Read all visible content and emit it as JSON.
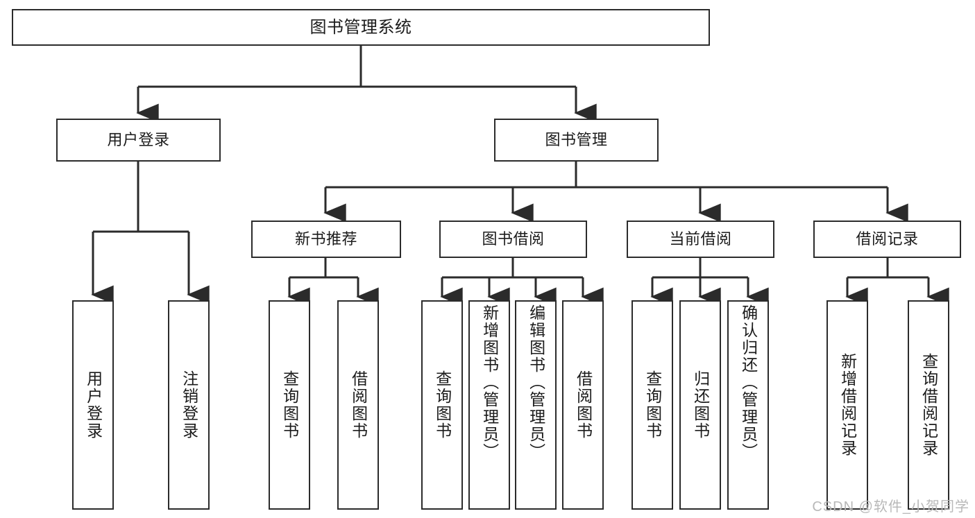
{
  "diagram": {
    "title": "图书管理系统",
    "style": {
      "box_border_color": "#2b2b2b",
      "box_fill_color": "#ffffff",
      "edge_color": "#2b2b2b",
      "text_color": "#1b1b1b",
      "background_color": "#ffffff",
      "watermark_color": "#b8b8b8"
    },
    "root": {
      "id": "root",
      "label": "图书管理系统"
    },
    "level2": [
      {
        "id": "user-login",
        "label": "用户登录"
      },
      {
        "id": "book-manage",
        "label": "图书管理"
      }
    ],
    "level3": [
      {
        "id": "new-book-rec",
        "label": "新书推荐"
      },
      {
        "id": "book-borrow",
        "label": "图书借阅"
      },
      {
        "id": "current-borrow",
        "label": "当前借阅"
      },
      {
        "id": "borrow-record",
        "label": "借阅记录"
      }
    ],
    "leaves": [
      {
        "id": "leaf-user-login",
        "label": "用户登录",
        "parent": "user-login"
      },
      {
        "id": "leaf-logout",
        "label": "注销登录",
        "parent": "user-login"
      },
      {
        "id": "leaf-query-book-1",
        "label": "查询图书",
        "parent": "new-book-rec"
      },
      {
        "id": "leaf-borrow-book-1",
        "label": "借阅图书",
        "parent": "new-book-rec"
      },
      {
        "id": "leaf-query-book-2",
        "label": "查询图书",
        "parent": "book-borrow"
      },
      {
        "id": "leaf-add-book",
        "label": "新增图书（管理员）",
        "parent": "book-borrow"
      },
      {
        "id": "leaf-edit-book",
        "label": "编辑图书（管理员）",
        "parent": "book-borrow"
      },
      {
        "id": "leaf-borrow-book-2",
        "label": "借阅图书",
        "parent": "book-borrow"
      },
      {
        "id": "leaf-query-book-3",
        "label": "查询图书",
        "parent": "current-borrow"
      },
      {
        "id": "leaf-return-book",
        "label": "归还图书",
        "parent": "current-borrow"
      },
      {
        "id": "leaf-confirm-return",
        "label": "确认归还（管理员）",
        "parent": "current-borrow"
      },
      {
        "id": "leaf-add-record",
        "label": "新增借阅记录",
        "parent": "borrow-record"
      },
      {
        "id": "leaf-query-record",
        "label": "查询借阅记录",
        "parent": "borrow-record"
      }
    ],
    "watermark": "CSDN @软件_小贺同学"
  }
}
